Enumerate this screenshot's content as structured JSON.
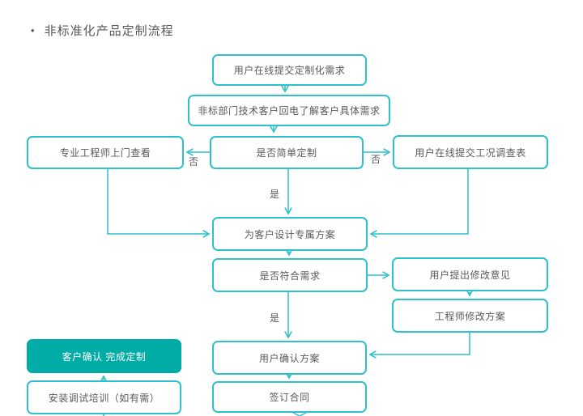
{
  "title": {
    "bullet": "•",
    "text": "非标准化产品定制流程"
  },
  "colors": {
    "accent": "#2EC0CC",
    "filled_node": "#00ACA5",
    "text": "#595959",
    "background": "#FFFFFF"
  },
  "nodes": [
    {
      "id": "submit-custom-requirements",
      "label": "用户在线提交定制化需求"
    },
    {
      "id": "callback-understand-needs",
      "label": "非标部门技术客户回电了解客户具体需求"
    },
    {
      "id": "engineer-site-visit",
      "label": "专业工程师上门查看"
    },
    {
      "id": "is-simple-customization",
      "label": "是否简单定制"
    },
    {
      "id": "submit-condition-survey",
      "label": "用户在线提交工况调查表"
    },
    {
      "id": "design-exclusive-solution",
      "label": "为客户设计专属方案"
    },
    {
      "id": "meets-requirements",
      "label": "是否符合需求"
    },
    {
      "id": "user-modification-feedback",
      "label": "用户提出修改意见"
    },
    {
      "id": "engineer-revise-solution",
      "label": "工程师修改方案"
    },
    {
      "id": "customer-confirm-complete",
      "label": "客户确认 完成定制"
    },
    {
      "id": "install-debug-training",
      "label": "安装调试培训（如有需）"
    },
    {
      "id": "user-confirm-solution",
      "label": "用户确认方案"
    },
    {
      "id": "sign-contract",
      "label": "签订合同"
    }
  ],
  "edge_labels": [
    {
      "id": "no-left",
      "text": "否"
    },
    {
      "id": "no-right",
      "text": "否"
    },
    {
      "id": "yes-top",
      "text": "是"
    },
    {
      "id": "yes-bottom",
      "text": "是"
    }
  ]
}
